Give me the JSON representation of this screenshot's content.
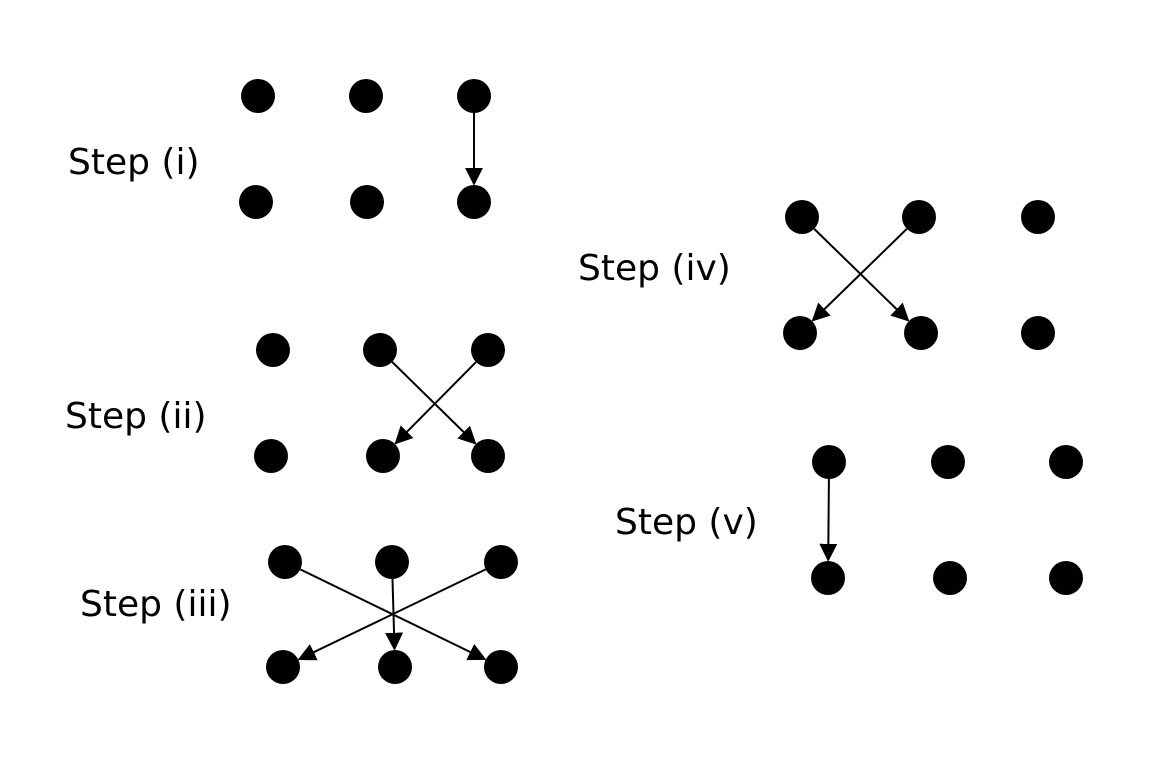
{
  "colors": {
    "ink": "#000000",
    "background": "#ffffff"
  },
  "steps": [
    {
      "id": "i",
      "label": "Step (i)",
      "arrows": [
        {
          "from": "top-3",
          "to": "bottom-3"
        }
      ]
    },
    {
      "id": "ii",
      "label": "Step (ii)",
      "arrows": [
        {
          "from": "top-2",
          "to": "bottom-3"
        },
        {
          "from": "top-3",
          "to": "bottom-2"
        }
      ]
    },
    {
      "id": "iii",
      "label": "Step (iii)",
      "arrows": [
        {
          "from": "top-1",
          "to": "bottom-3"
        },
        {
          "from": "top-2",
          "to": "bottom-2"
        },
        {
          "from": "top-3",
          "to": "bottom-1"
        }
      ]
    },
    {
      "id": "iv",
      "label": "Step (iv)",
      "arrows": [
        {
          "from": "top-1",
          "to": "bottom-2"
        },
        {
          "from": "top-2",
          "to": "bottom-1"
        }
      ]
    },
    {
      "id": "v",
      "label": "Step (v)",
      "arrows": [
        {
          "from": "top-1",
          "to": "bottom-1"
        }
      ]
    }
  ]
}
